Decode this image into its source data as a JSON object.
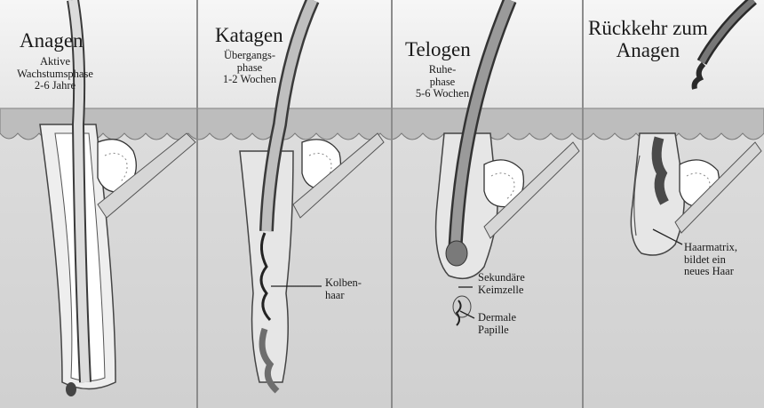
{
  "panels": [
    {
      "title": "Anagen",
      "subtitle": "Aktive\nWachstumsphase\n2-6 Jahre"
    },
    {
      "title": "Katagen",
      "subtitle": "Übergangs-\nphase\n1-2 Wochen"
    },
    {
      "title": "Telogen",
      "subtitle": "Ruhe-\nphase\n5-6 Wochen"
    },
    {
      "title": "Rückkehr zum\nAnagen",
      "subtitle": ""
    }
  ],
  "annotations": {
    "kolbenhaar": "Kolben-\nhaar",
    "sekundaere_keimzelle": "Sekundäre\nKeimzelle",
    "dermale_papille": "Dermale\nPapille",
    "haarmatrix": "Haarmatrix,\nbildet ein\nneues Haar"
  },
  "colors": {
    "sky": "#f1f1f1",
    "skin": "#dadada",
    "divider": "#8c8c8c",
    "hair_dark": "#6e6e6e",
    "outline": "#2a2a2a"
  }
}
